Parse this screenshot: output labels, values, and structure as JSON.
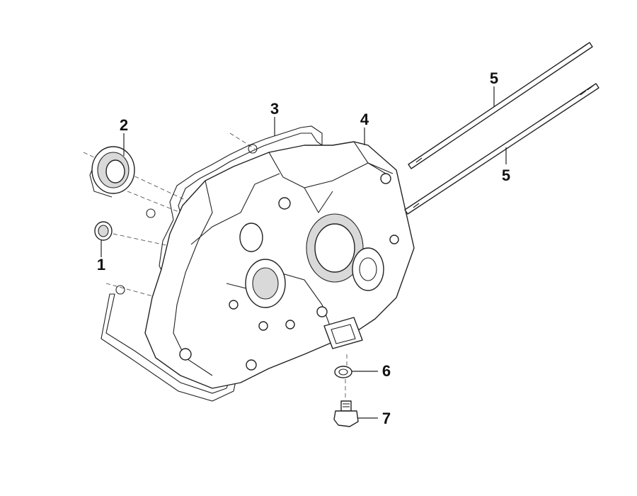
{
  "callouts": [
    {
      "part": "bearing-ring",
      "label": "1"
    },
    {
      "part": "oil-seal-bearing",
      "label": "2"
    },
    {
      "part": "gasket",
      "label": "3"
    },
    {
      "part": "crankcase",
      "label": "4"
    },
    {
      "part": "stud-bolt-upper",
      "label": "5"
    },
    {
      "part": "stud-bolt-lower",
      "label": "5"
    },
    {
      "part": "washer",
      "label": "6"
    },
    {
      "part": "drain-plug",
      "label": "7"
    }
  ]
}
